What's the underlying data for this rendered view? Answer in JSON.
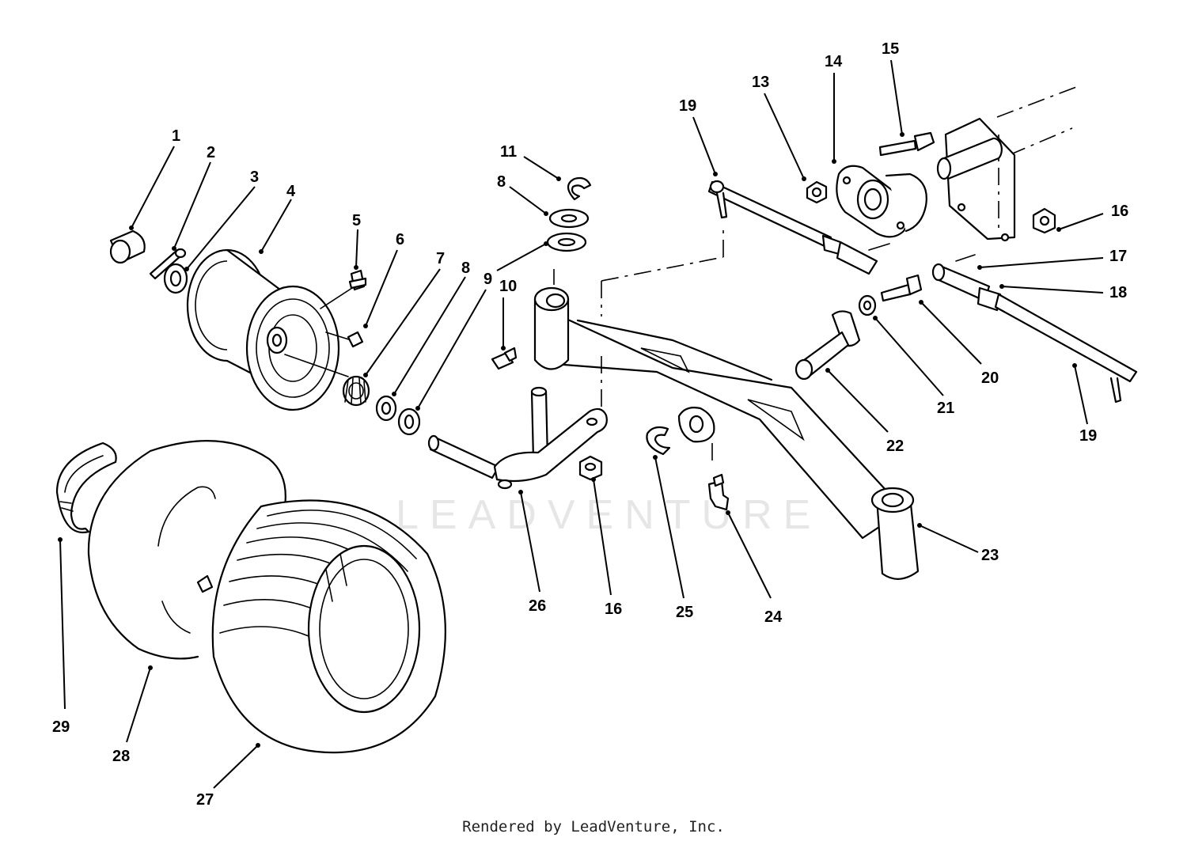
{
  "watermark": "LEADVENTURE",
  "footer": "Rendered by LeadVenture, Inc.",
  "callouts": [
    {
      "id": "c1",
      "label": "1"
    },
    {
      "id": "c2",
      "label": "2"
    },
    {
      "id": "c3",
      "label": "3"
    },
    {
      "id": "c4",
      "label": "4"
    },
    {
      "id": "c5",
      "label": "5"
    },
    {
      "id": "c6",
      "label": "6"
    },
    {
      "id": "c7",
      "label": "7"
    },
    {
      "id": "c8a",
      "label": "8"
    },
    {
      "id": "c9a",
      "label": "9"
    },
    {
      "id": "c10",
      "label": "10"
    },
    {
      "id": "c11",
      "label": "11"
    },
    {
      "id": "c8b",
      "label": "8"
    },
    {
      "id": "c9b",
      "label": "9"
    },
    {
      "id": "c13",
      "label": "13"
    },
    {
      "id": "c14",
      "label": "14"
    },
    {
      "id": "c15",
      "label": "15"
    },
    {
      "id": "c16a",
      "label": "16"
    },
    {
      "id": "c17",
      "label": "17"
    },
    {
      "id": "c18",
      "label": "18"
    },
    {
      "id": "c19a",
      "label": "19"
    },
    {
      "id": "c19b",
      "label": "19"
    },
    {
      "id": "c20",
      "label": "20"
    },
    {
      "id": "c21",
      "label": "21"
    },
    {
      "id": "c22",
      "label": "22"
    },
    {
      "id": "c23",
      "label": "23"
    },
    {
      "id": "c24",
      "label": "24"
    },
    {
      "id": "c25",
      "label": "25"
    },
    {
      "id": "c16b",
      "label": "16"
    },
    {
      "id": "c26",
      "label": "26"
    },
    {
      "id": "c27",
      "label": "27"
    },
    {
      "id": "c28",
      "label": "28"
    },
    {
      "id": "c29",
      "label": "29"
    }
  ]
}
